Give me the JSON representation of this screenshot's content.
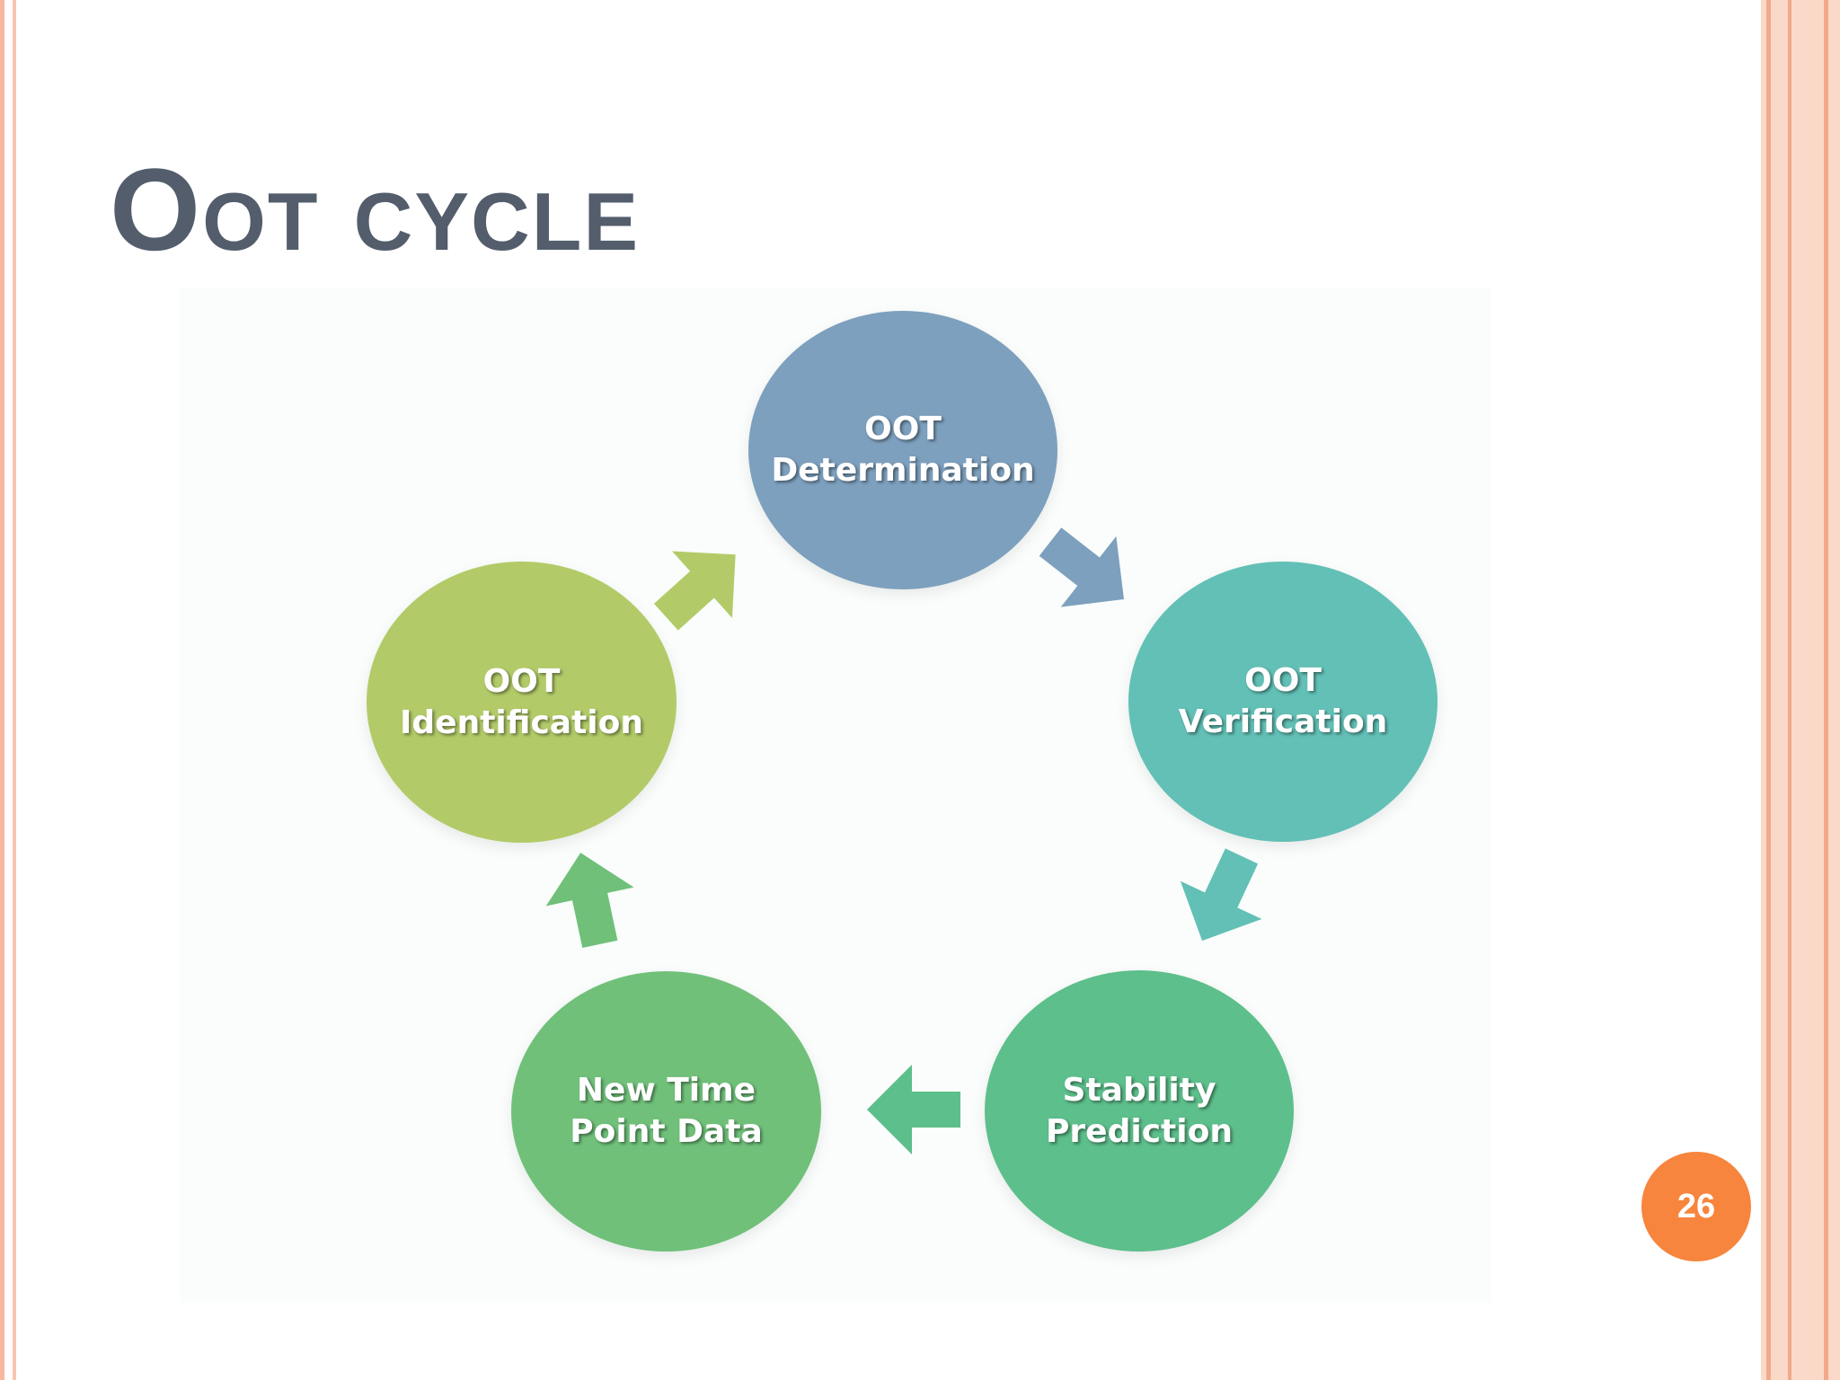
{
  "slide": {
    "title": "Oot cycle",
    "page_number": "26"
  },
  "diagram": {
    "nodes": [
      {
        "id": "determination",
        "label": "OOT\nDetermination",
        "color": "#7da0be"
      },
      {
        "id": "verification",
        "label": "OOT\nVerification",
        "color": "#62c0b6"
      },
      {
        "id": "stability",
        "label": "Stability\nPrediction",
        "color": "#5dbf8b"
      },
      {
        "id": "new-time",
        "label": "New Time\nPoint Data",
        "color": "#70c07a"
      },
      {
        "id": "identification",
        "label": "OOT\nIdentification",
        "color": "#b2cb68"
      }
    ],
    "arrow_colors": [
      "#7da0be",
      "#62c0b6",
      "#5dbf8b",
      "#70c07a",
      "#b2cb68"
    ]
  },
  "colors": {
    "title": "#535d6c",
    "badge": "#f7853d",
    "border": "#f7b9a0"
  }
}
